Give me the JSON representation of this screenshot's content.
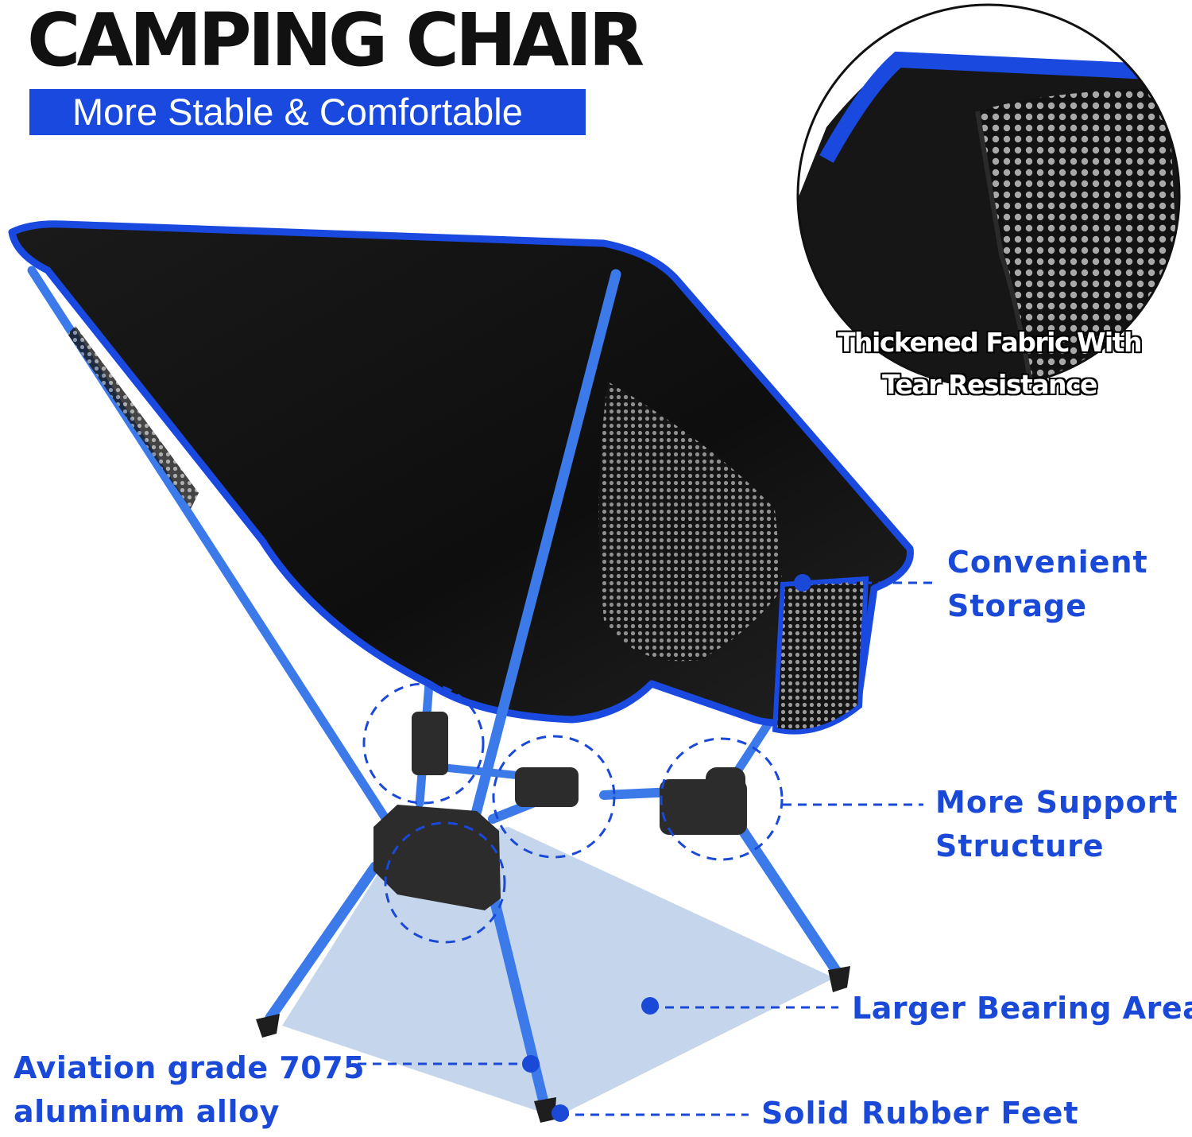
{
  "header": {
    "title": "CAMPING CHAIR",
    "subtitle": "More Stable & Comfortable"
  },
  "inset": {
    "caption_line1": "Thickened Fabric With",
    "caption_line2": "Tear Resistance"
  },
  "callouts": {
    "storage": {
      "line1": "Convenient",
      "line2": "Storage"
    },
    "support": {
      "line1": "More Support",
      "line2": "Structure"
    },
    "bearing": {
      "line1": "Larger Bearing Area"
    },
    "alloy": {
      "line1": "Aviation grade 7075",
      "line2": "aluminum alloy"
    },
    "feet": {
      "line1": "Solid Rubber Feet"
    }
  },
  "colors": {
    "accent": "#1a49e0",
    "label_blue": "#1a49d8",
    "frame_blue": "#3b7ae8",
    "fabric": "#141414",
    "shadow_area": "#c5d6ec"
  }
}
